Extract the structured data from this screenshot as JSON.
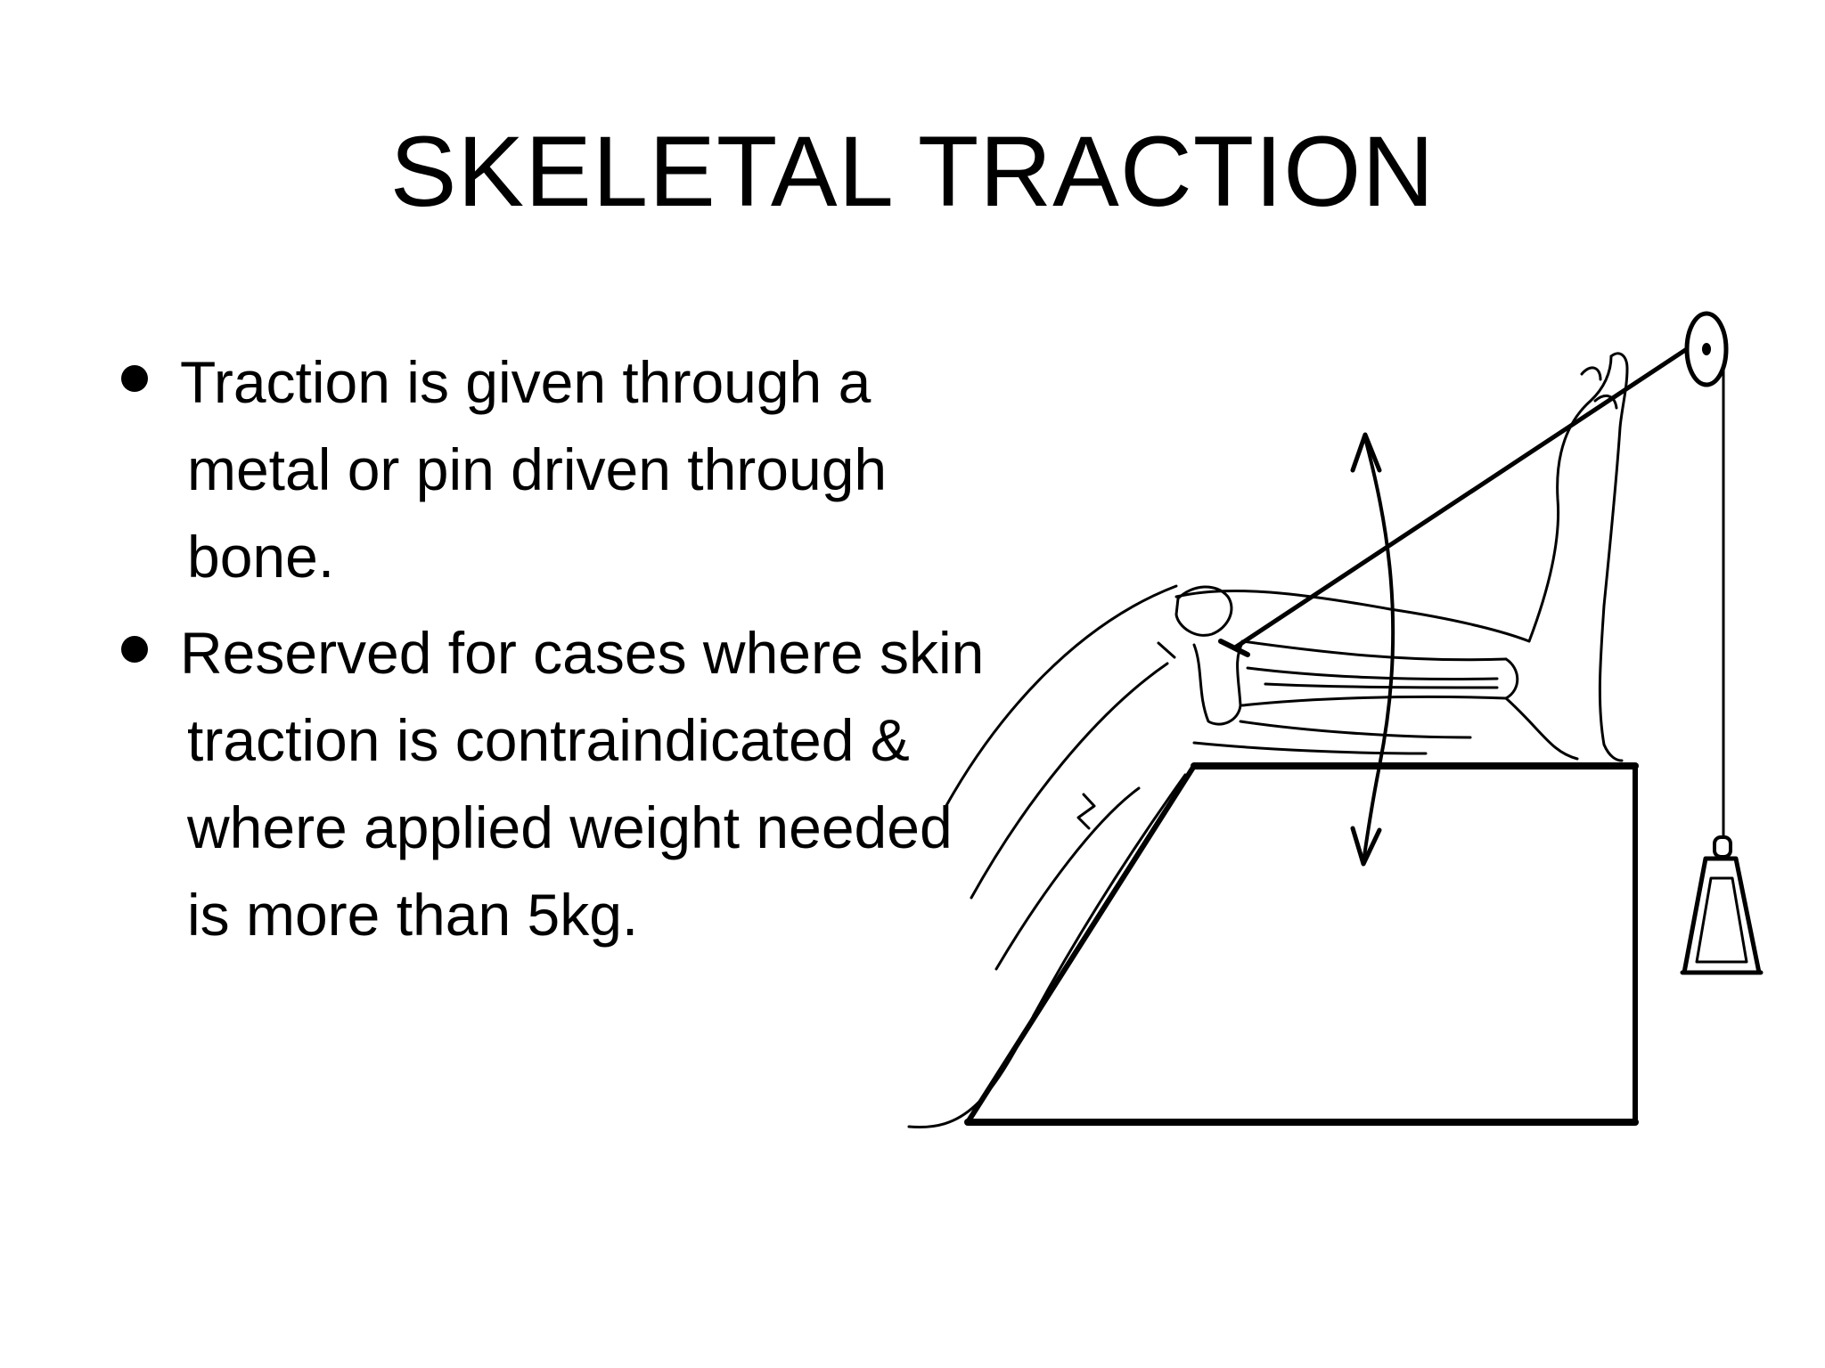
{
  "slide": {
    "title": "SKELETAL TRACTION",
    "bullets": [
      "Traction is given through a metal or pin driven through bone.",
      "Reserved for cases where skin traction is contraindicated & where applied weight needed is more than 5kg."
    ]
  },
  "figure": {
    "subject": "Leg in skeletal traction resting on a block with rope, pulley and hanging weight"
  }
}
